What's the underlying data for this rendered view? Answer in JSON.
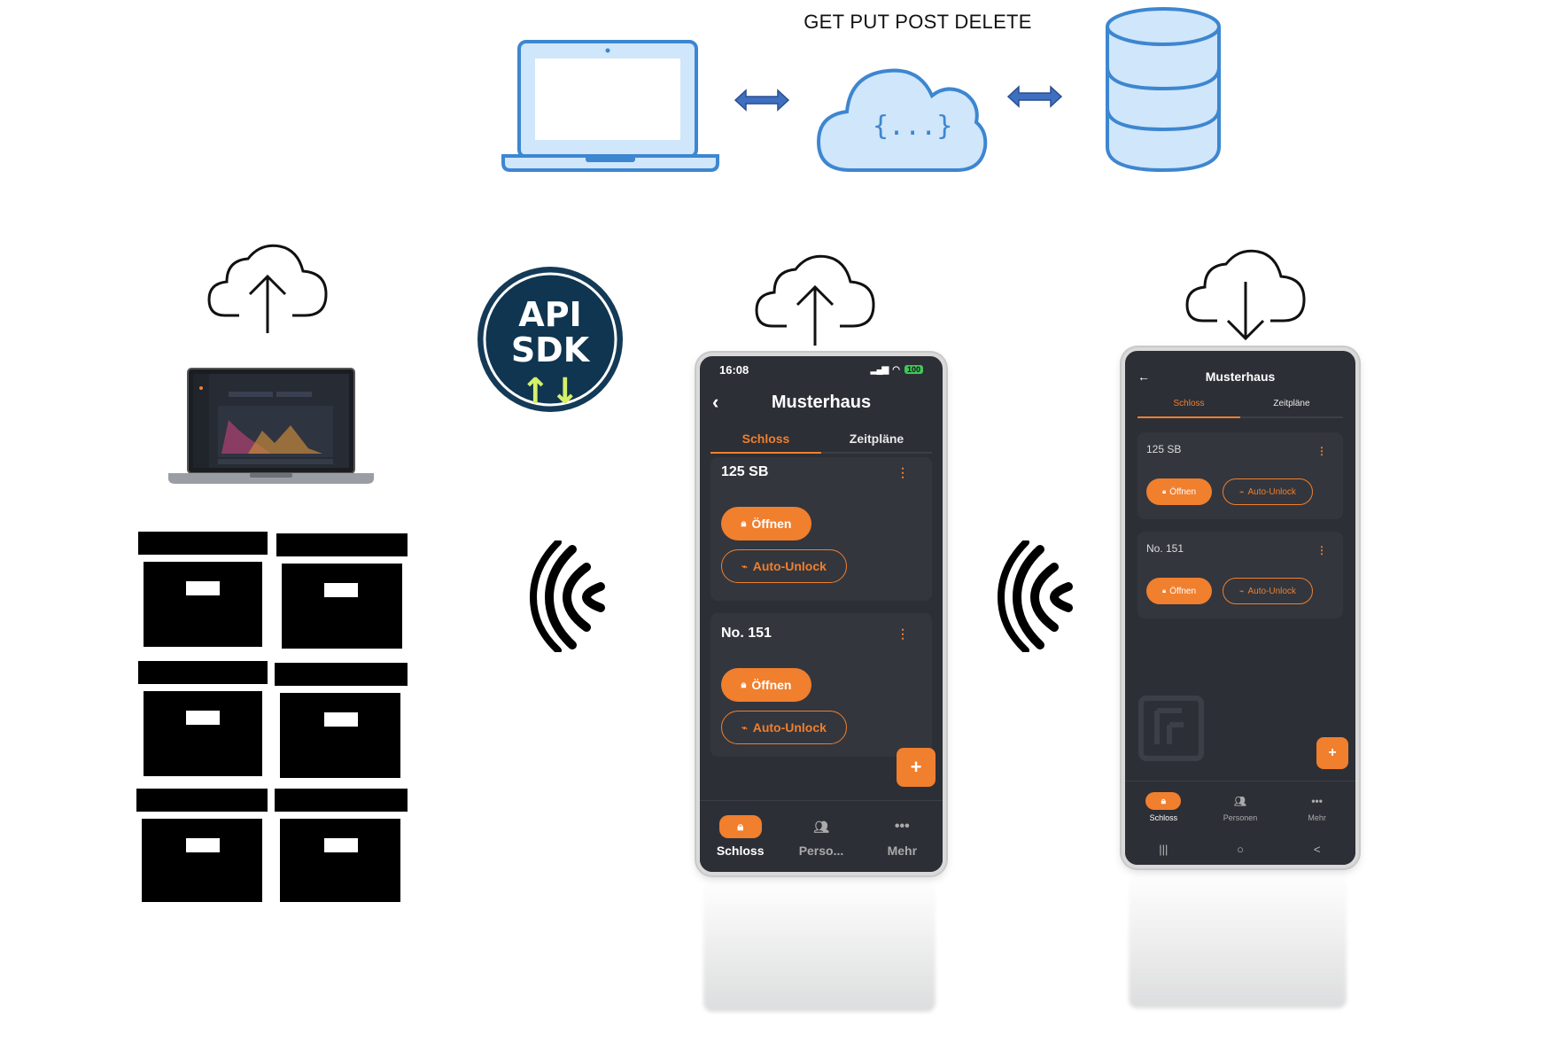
{
  "http_methods_label": "GET PUT POST DELETE",
  "cloud_payload_label": "{...}",
  "api_badge": {
    "line1": "API",
    "line2": "SDK",
    "arrows": "↑↓"
  },
  "colors": {
    "accent": "#f07f2e",
    "light_blue": "#cfe6fb",
    "stroke_blue": "#3d86d0",
    "badge_bg": "#0f3550"
  },
  "phone1": {
    "time": "16:08",
    "battery": "100",
    "title": "Musterhaus",
    "tabs": [
      "Schloss",
      "Zeitpläne"
    ],
    "locks": [
      {
        "name": "125 SB",
        "open_label": "Öffnen",
        "auto_label": "Auto-Unlock"
      },
      {
        "name": "No. 151",
        "open_label": "Öffnen",
        "auto_label": "Auto-Unlock"
      }
    ],
    "fab": "+",
    "nav": [
      "Schloss",
      "Perso...",
      "Mehr"
    ]
  },
  "phone2": {
    "title": "Musterhaus",
    "tabs": [
      "Schloss",
      "Zeitpläne"
    ],
    "locks": [
      {
        "name": "125 SB",
        "open_label": "Öffnen",
        "auto_label": "Auto-Unlock"
      },
      {
        "name": "No. 151",
        "open_label": "Öffnen",
        "auto_label": "Auto-Unlock"
      }
    ],
    "fab": "+",
    "nav": [
      "Schloss",
      "Personen",
      "Mehr"
    ],
    "sysnav": [
      "|||",
      "○",
      "<"
    ]
  }
}
